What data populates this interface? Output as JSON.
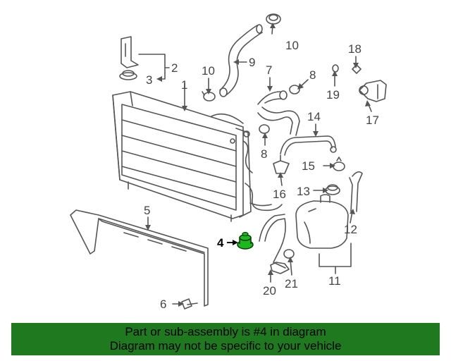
{
  "callouts": {
    "c1": "1",
    "c2": "2",
    "c3": "3",
    "c4": "4",
    "c5": "5",
    "c6": "6",
    "c7": "7",
    "c8a": "8",
    "c8b": "8",
    "c9": "9",
    "c10a": "10",
    "c10b": "10",
    "c11": "11",
    "c12": "12",
    "c13": "13",
    "c14": "14",
    "c15": "15",
    "c16": "16",
    "c17": "17",
    "c18": "18",
    "c19": "19",
    "c20": "20",
    "c21": "21"
  },
  "banner": {
    "line1": "Part or sub-assembly is #4 in diagram",
    "line2": "Diagram may not be specific to your vehicle"
  },
  "colors": {
    "banner_background": "#1f7a1f",
    "highlight_part": "#1db81d",
    "line_art": "#555555"
  }
}
